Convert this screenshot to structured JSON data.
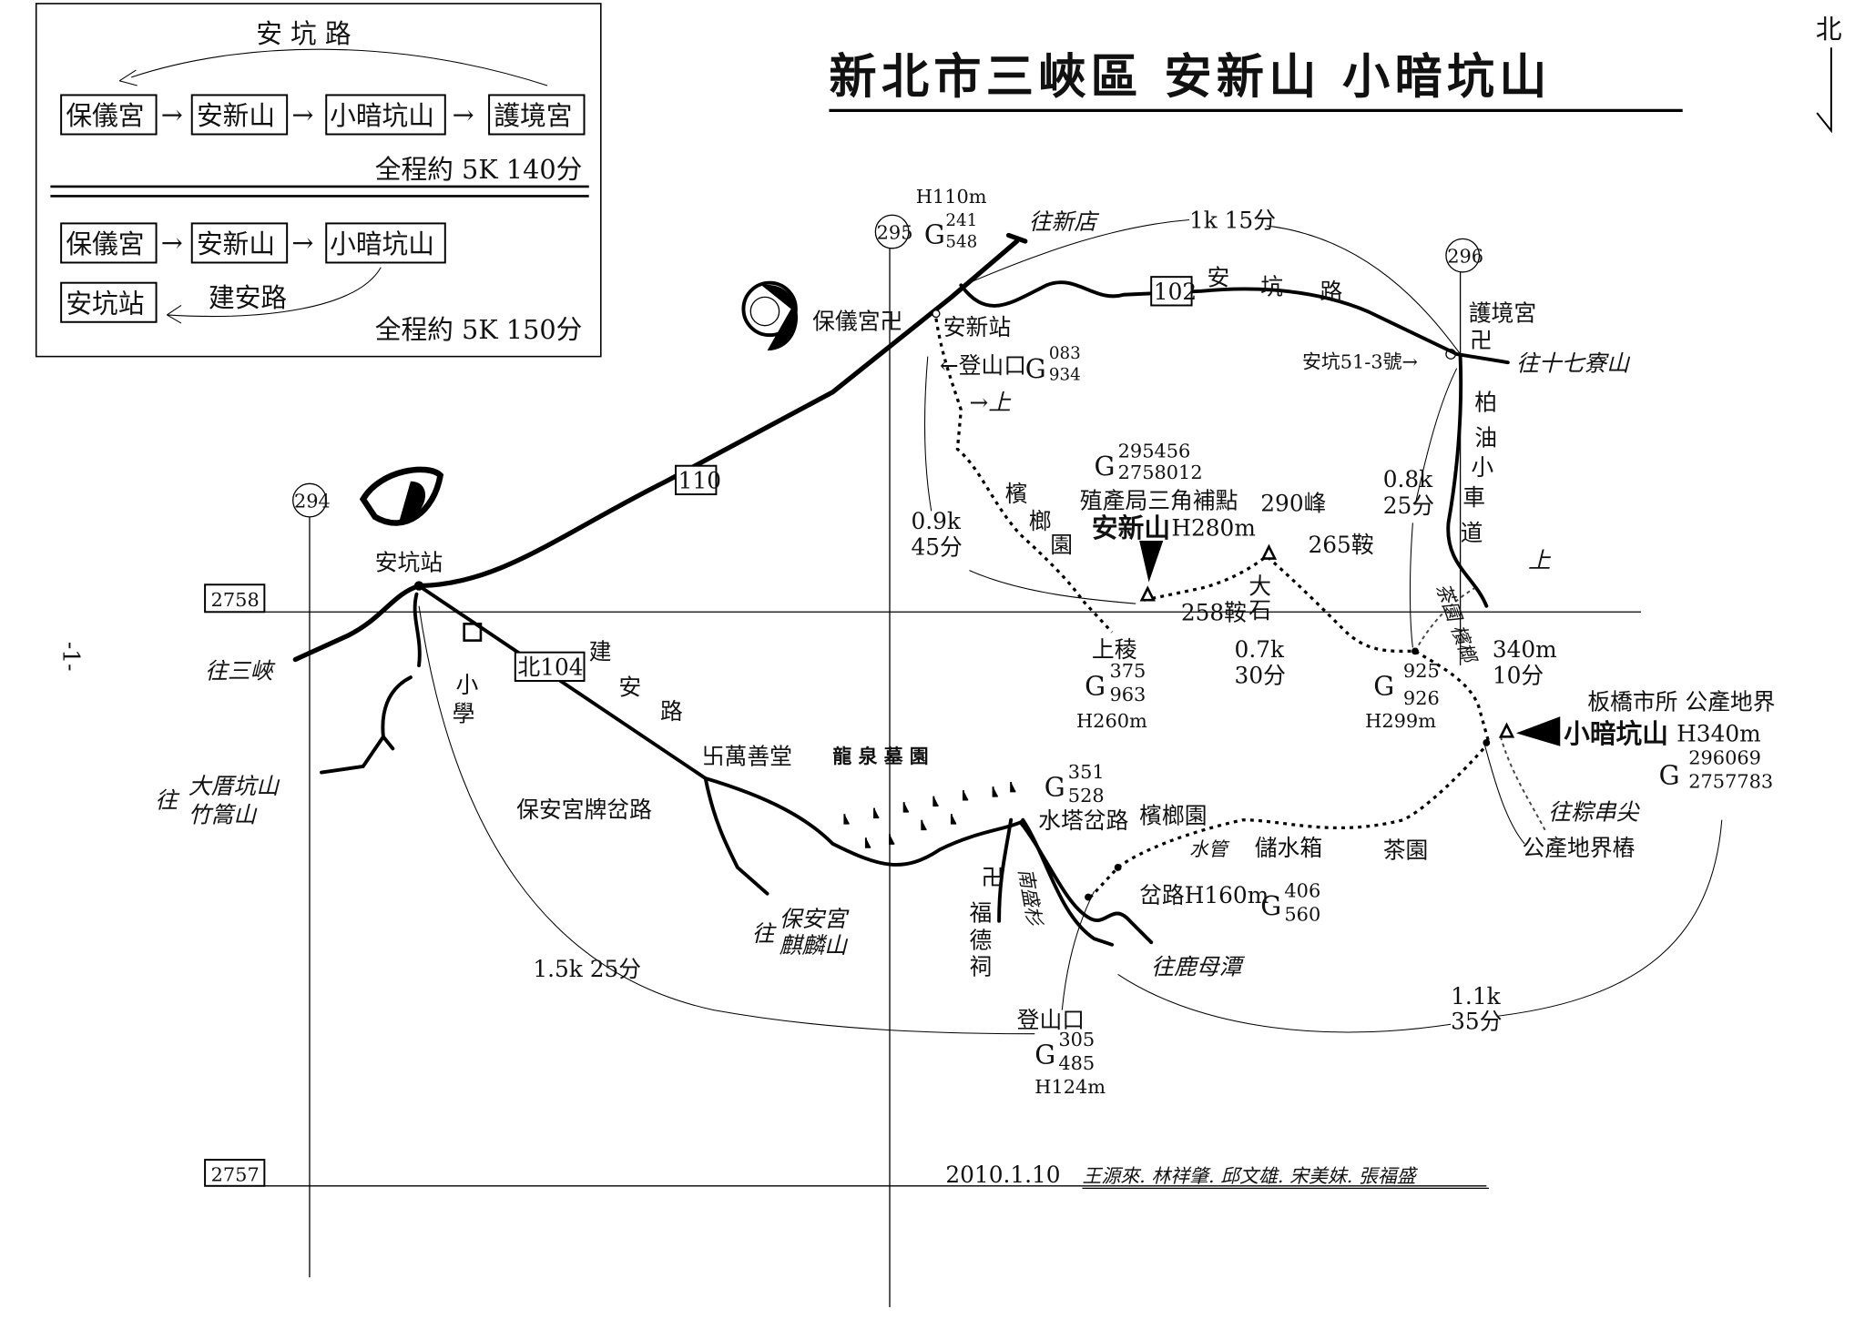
{
  "title": "新北市三峽區  安新山  小暗坑山",
  "north": "北",
  "page_number": "-1-",
  "legend": {
    "route1": {
      "road": "安 坑 路",
      "stops": [
        "保儀宮",
        "安新山",
        "小暗坑山",
        "護境宮"
      ],
      "summary": "全程約 5K 140分"
    },
    "route2": {
      "stops": [
        "保儀宮",
        "安新山",
        "小暗坑山"
      ],
      "end": "安坑站",
      "road": "建安路",
      "summary": "全程約 5K 150分"
    }
  },
  "grid": {
    "x295": "295",
    "x294": "294",
    "x296": "296",
    "y2758": "2758",
    "y2757": "2757"
  },
  "roads": {
    "r110": "110",
    "r102": "102",
    "r104": "北104",
    "ankeng_road": [
      "安",
      "坑",
      "路"
    ],
    "jianan_road": [
      "建",
      "安",
      "路"
    ],
    "paved_lane": [
      "柏",
      "油",
      "小",
      "車",
      "道"
    ]
  },
  "places": {
    "baoyi_temple": "保儀宮卍",
    "anxin_station": "安新站",
    "h110": "H110m",
    "g241": "241",
    "g548": "548",
    "to_xindian": "往新店",
    "d1k": "1k  15分",
    "trailhead1": "←登山口",
    "g083": "083",
    "g934": "934",
    "up1": "→上",
    "betel1": [
      "檳",
      "榔",
      "園"
    ],
    "d09k": [
      "0.9k",
      "45分"
    ],
    "g295456": "295456",
    "g2758012": "2758012",
    "tri_point": "殖產局三角補點",
    "anxin_peak": "安新山",
    "anxin_h": "H280m",
    "p290": "290峰",
    "s258": "258鞍",
    "big_rock": [
      "大",
      "石"
    ],
    "s265": "265鞍",
    "ridge": "上稜",
    "g375": "375",
    "g963": "963",
    "h260": "H260m",
    "d07k": [
      "0.7k",
      "30分"
    ],
    "g925": "925",
    "g926": "926",
    "h299": "H299m",
    "d340": [
      "340m",
      "10分"
    ],
    "up2": "上",
    "tea_betel": "茶園 檳榔",
    "d08k": [
      "0.8k",
      "25分"
    ],
    "hujing_temple": "護境宮",
    "hujing_swastika": "卍",
    "ankeng_no": "安坑51-3號→",
    "to_17": "往十七寮山",
    "boundary_label": "板橋市所 公產地界",
    "xiaoan_peak": "小暗坑山",
    "xiaoan_h": "H340m",
    "g296069": "296069",
    "g2757783": "2757783",
    "to_zongchuan": "往粽串尖",
    "boundary_post": "公產地界樁",
    "tea_garden": "茶園",
    "water_tank": "儲水箱",
    "betel2": "檳榔園",
    "water_pipe": "水管",
    "tower_junction": "水塔岔路",
    "g351": "351",
    "g528": "528",
    "junction": "岔路H160m",
    "g406": "406",
    "g560": "560",
    "to_lumu": "往鹿母潭",
    "fude_temple": [
      "卍",
      "福",
      "德",
      "祠"
    ],
    "nansheng": "南盛杉",
    "trailhead2": "登山口",
    "g305": "305",
    "g485": "485",
    "h124": "H124m",
    "d11k": [
      "1.1k",
      "35分"
    ],
    "d15k": "1.5k 25分",
    "wanshan": "卐萬善堂",
    "cemetery": "龍  泉  墓  園",
    "baoan_junction": "保安宮牌岔路",
    "to_baoan": [
      "往",
      "保安宮",
      "麒麟山"
    ],
    "ankeng_station": "安坑站",
    "school": [
      "小",
      "學"
    ],
    "to_sanxia": "往三峽",
    "to_dalao": [
      "往",
      "大厝坑山",
      "竹篙山"
    ]
  },
  "footer": {
    "date": "2010.1.10",
    "authors": "王源來. 林祥肇. 邱文雄. 宋美妹. 張福盛"
  }
}
